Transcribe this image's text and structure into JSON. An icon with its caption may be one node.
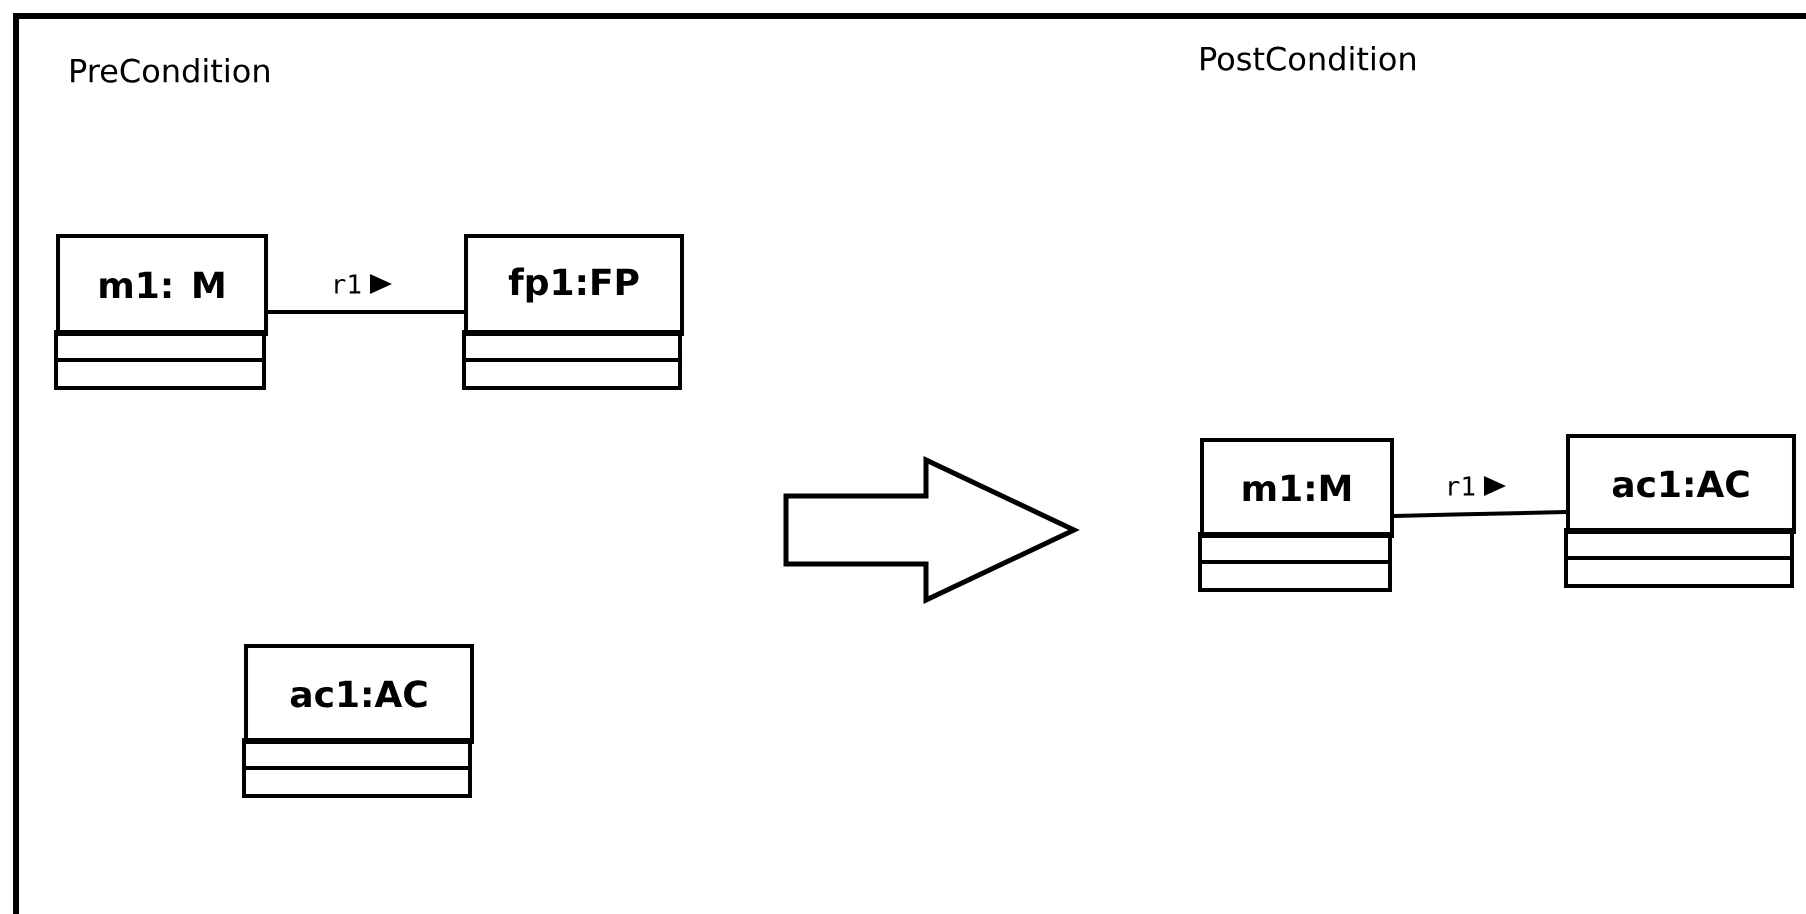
{
  "diagram": {
    "nodes": [
      {
        "text": [
          "m1: M"
        ]
      },
      {
        "text": [
          "fp1:FP"
        ]
      },
      {
        "text": [
          "ac1:AC"
        ]
      },
      {
        "text": [
          "m1:M"
        ]
      },
      {
        "text": [
          "ac1:AC"
        ]
      }
    ],
    "edges": [
      {
        "from": 0,
        "to": 1,
        "arrow": "none",
        "label": "r1"
      },
      {
        "from": 3,
        "to": 4,
        "arrow": "none",
        "label": "r1"
      }
    ],
    "labels": [
      "PreCondition",
      "PostCondition"
    ]
  }
}
